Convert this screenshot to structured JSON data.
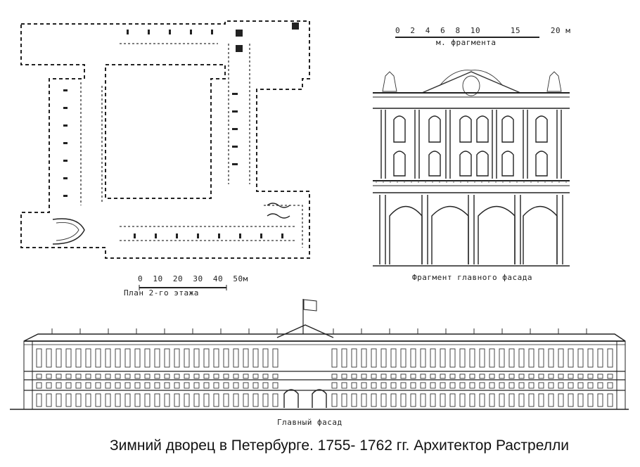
{
  "plan": {
    "title": "План 2-го этажа",
    "scale_ticks": [
      "0",
      "10",
      "20",
      "30",
      "40",
      "50м"
    ]
  },
  "fragment": {
    "title": "Фрагмент главного фасада",
    "scale_ticks": [
      "0",
      "2",
      "4",
      "6",
      "8",
      "10",
      "15",
      "20 м"
    ],
    "scale_label": "м. фрагмента"
  },
  "main_facade": {
    "title": "Главный фасад"
  },
  "caption": "Зимний дворец в Петербурге. 1755- 1762 гг. Архитектор Растрелли"
}
